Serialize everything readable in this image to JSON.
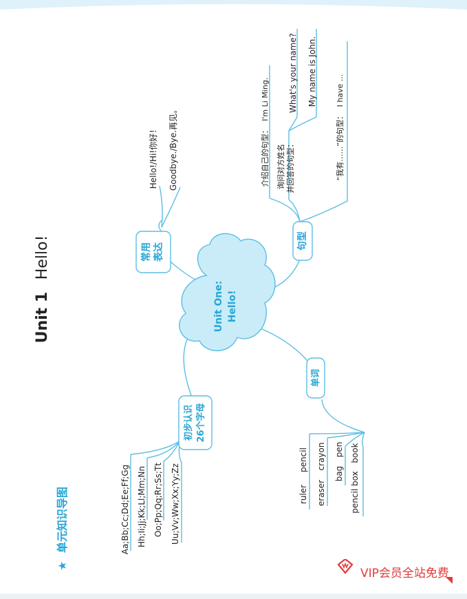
{
  "page": {
    "unit_title": "Unit 1",
    "unit_subtitle": "Hello!",
    "section_heading": "单元知识导图",
    "section_star": "★"
  },
  "center": {
    "line1": "Unit One:",
    "line2": "Hello!"
  },
  "branches": {
    "expressions": {
      "label_line1": "常用",
      "label_line2": "表达",
      "items": [
        "Hello!/Hi!你好！",
        "Goodbye./Bye.再见。"
      ]
    },
    "sentences": {
      "label": "句型",
      "intro_label": "介绍自己的句型：",
      "intro_example": "I'm Li Ming.",
      "ask_label_line1": "询问对方姓名",
      "ask_label_line2": "并回答的句型：",
      "ask_question": "What's your name?",
      "ask_answer": "My name is John.",
      "have_label": "“我有……”的句型：",
      "have_example": "I have ..."
    },
    "words": {
      "label": "单词",
      "rows": [
        [
          "ruler",
          "pencil"
        ],
        [
          "eraser",
          "crayon"
        ],
        [
          "bag",
          "pen"
        ],
        [
          "pencil box",
          "book"
        ]
      ]
    },
    "letters": {
      "label_line1": "初步认识",
      "label_line2": "26个字母",
      "rows": [
        "Aa;Bb;Cc;Dd;Ee;Ff;Gg",
        "Hh;Ii;Jj;Kk;Ll;Mm;Nn",
        "Oo;Pp;Qq;Rr;Ss;Tt",
        "Uu;Vv;Ww;Xx;Yy;Zz"
      ]
    }
  },
  "watermark": {
    "text": "VIP会员全站免费"
  },
  "colors": {
    "accent": "#29a6d6",
    "line": "#5bbde3",
    "cloud_fill": "#c9ecf8",
    "box_fill": "#ffffff",
    "watermark": "#e23a3a"
  }
}
